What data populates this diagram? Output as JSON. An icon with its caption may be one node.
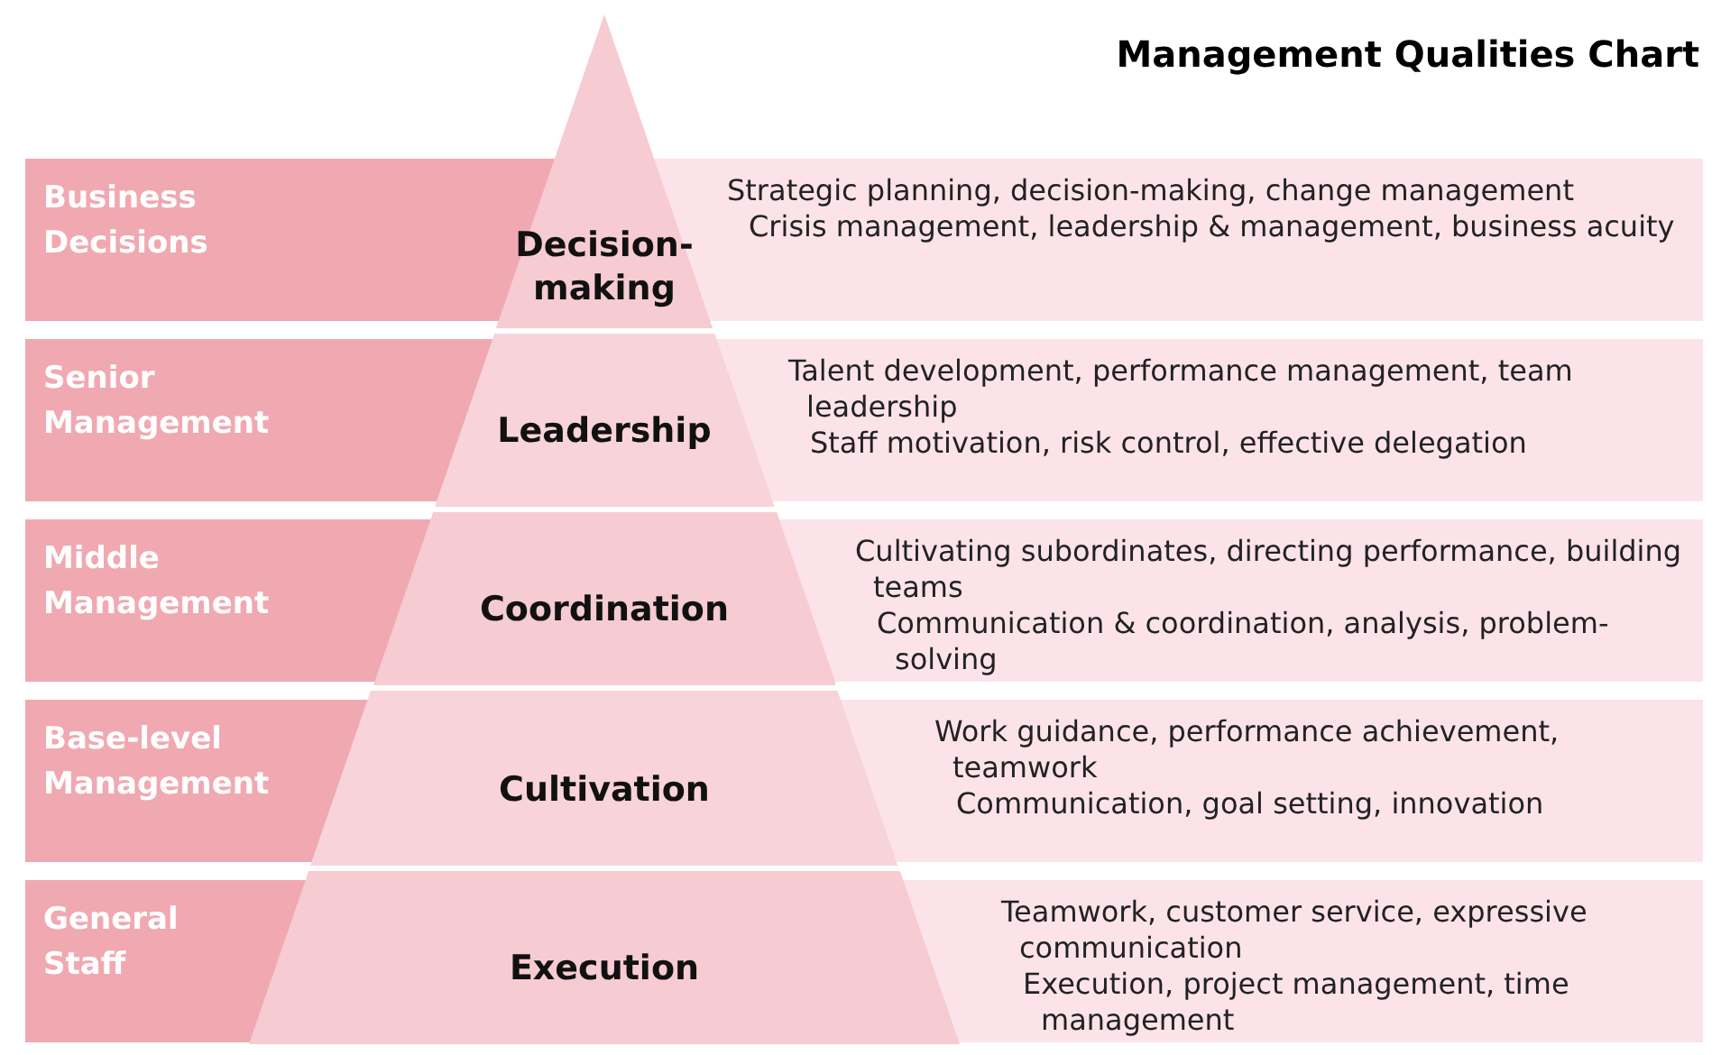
{
  "diagram": {
    "title": "Management Qualities Chart",
    "nodes": [
      {
        "text": [
          "Business Decisions"
        ]
      },
      {
        "text": [
          "Decision-making"
        ]
      },
      {
        "text": [
          "Strategic planning, decision-making, change management",
          "Crisis management, leadership & management, business acuity"
        ]
      },
      {
        "text": [
          "Senior Management"
        ]
      },
      {
        "text": [
          "Leadership"
        ]
      },
      {
        "text": [
          "Talent development, performance management, team leadership",
          "Staff motivation, risk control, effective delegation"
        ]
      },
      {
        "text": [
          "Middle Management"
        ]
      },
      {
        "text": [
          "Coordination"
        ]
      },
      {
        "text": [
          "Cultivating subordinates, directing performance, building teams",
          "Communication & coordination, analysis, problem-solving"
        ]
      },
      {
        "text": [
          "Base-level Management"
        ]
      },
      {
        "text": [
          "Cultivation"
        ]
      },
      {
        "text": [
          "Work guidance, performance achievement, teamwork",
          "Communication, goal setting, innovation"
        ]
      },
      {
        "text": [
          "General Staff"
        ]
      },
      {
        "text": [
          "Execution"
        ]
      },
      {
        "text": [
          "Teamwork, customer service, expressive communication",
          "Execution, project management, time management"
        ]
      }
    ],
    "edges": []
  }
}
